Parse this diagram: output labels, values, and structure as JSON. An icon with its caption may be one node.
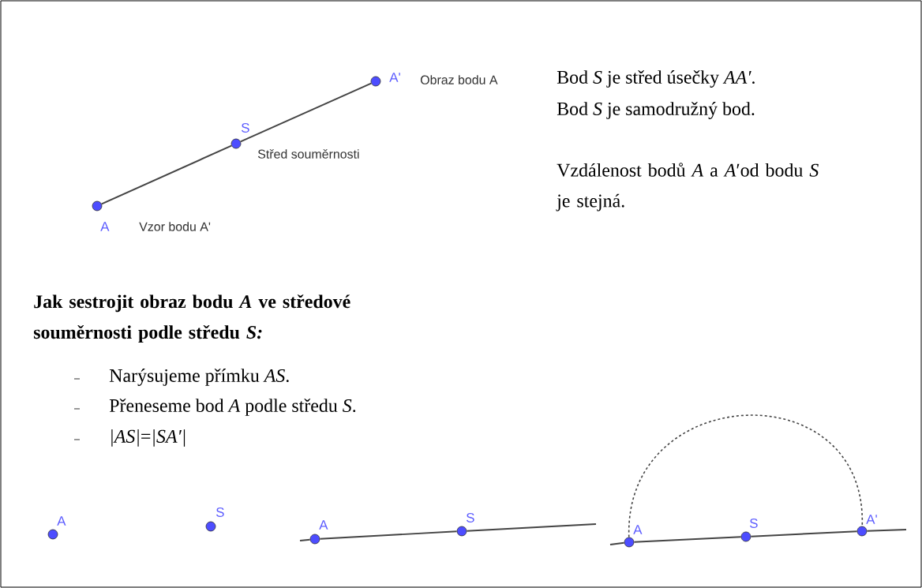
{
  "diagram": {
    "nodes": [
      {
        "text": [],
        "shape": "circle",
        "beside": [
          "A",
          "Vzor bodu A'"
        ]
      },
      {
        "text": [],
        "shape": "circle",
        "beside": [
          "S",
          "Střed souměrnosti"
        ]
      },
      {
        "text": [],
        "shape": "circle",
        "beside": [
          "A'",
          "Obraz bodu A"
        ]
      },
      {
        "text": [],
        "shape": "circle",
        "beside": [
          "A"
        ]
      },
      {
        "text": [],
        "shape": "circle",
        "beside": [
          "S"
        ]
      },
      {
        "text": [],
        "shape": "circle",
        "beside": [
          "A"
        ]
      },
      {
        "text": [],
        "shape": "circle",
        "beside": [
          "S"
        ]
      },
      {
        "text": [],
        "shape": "circle",
        "beside": [
          "A"
        ]
      },
      {
        "text": [],
        "shape": "circle",
        "beside": [
          "S"
        ]
      },
      {
        "text": [],
        "shape": "circle",
        "beside": [
          "A'"
        ]
      }
    ],
    "edges": [
      {
        "from": 0,
        "to": 1,
        "arrow": "none"
      },
      {
        "from": 1,
        "to": 2,
        "arrow": "none"
      },
      {
        "from": 5,
        "to": 6,
        "arrow": "none"
      },
      {
        "from": 7,
        "to": 8,
        "arrow": "none"
      },
      {
        "from": 8,
        "to": 9,
        "arrow": "none"
      },
      {
        "from": 7,
        "to": 9,
        "arrow": "none",
        "style": "dashed"
      }
    ],
    "labels": [
      "Bod *S* je střed úsečky *AA′*.",
      "Bod *S* je samodružný bod.",
      "Vzdálenost bodů *A* a *A*′od bodu *S* je stejná.",
      "Jak sestrojit obraz bodu *A* ve středové souměrnosti podle středu *S:*",
      "Narýsujeme přímku *AS*.",
      "Přeneseme bod *A* podle středu *S*.",
      "*|AS|*=*|SA′|*"
    ]
  }
}
